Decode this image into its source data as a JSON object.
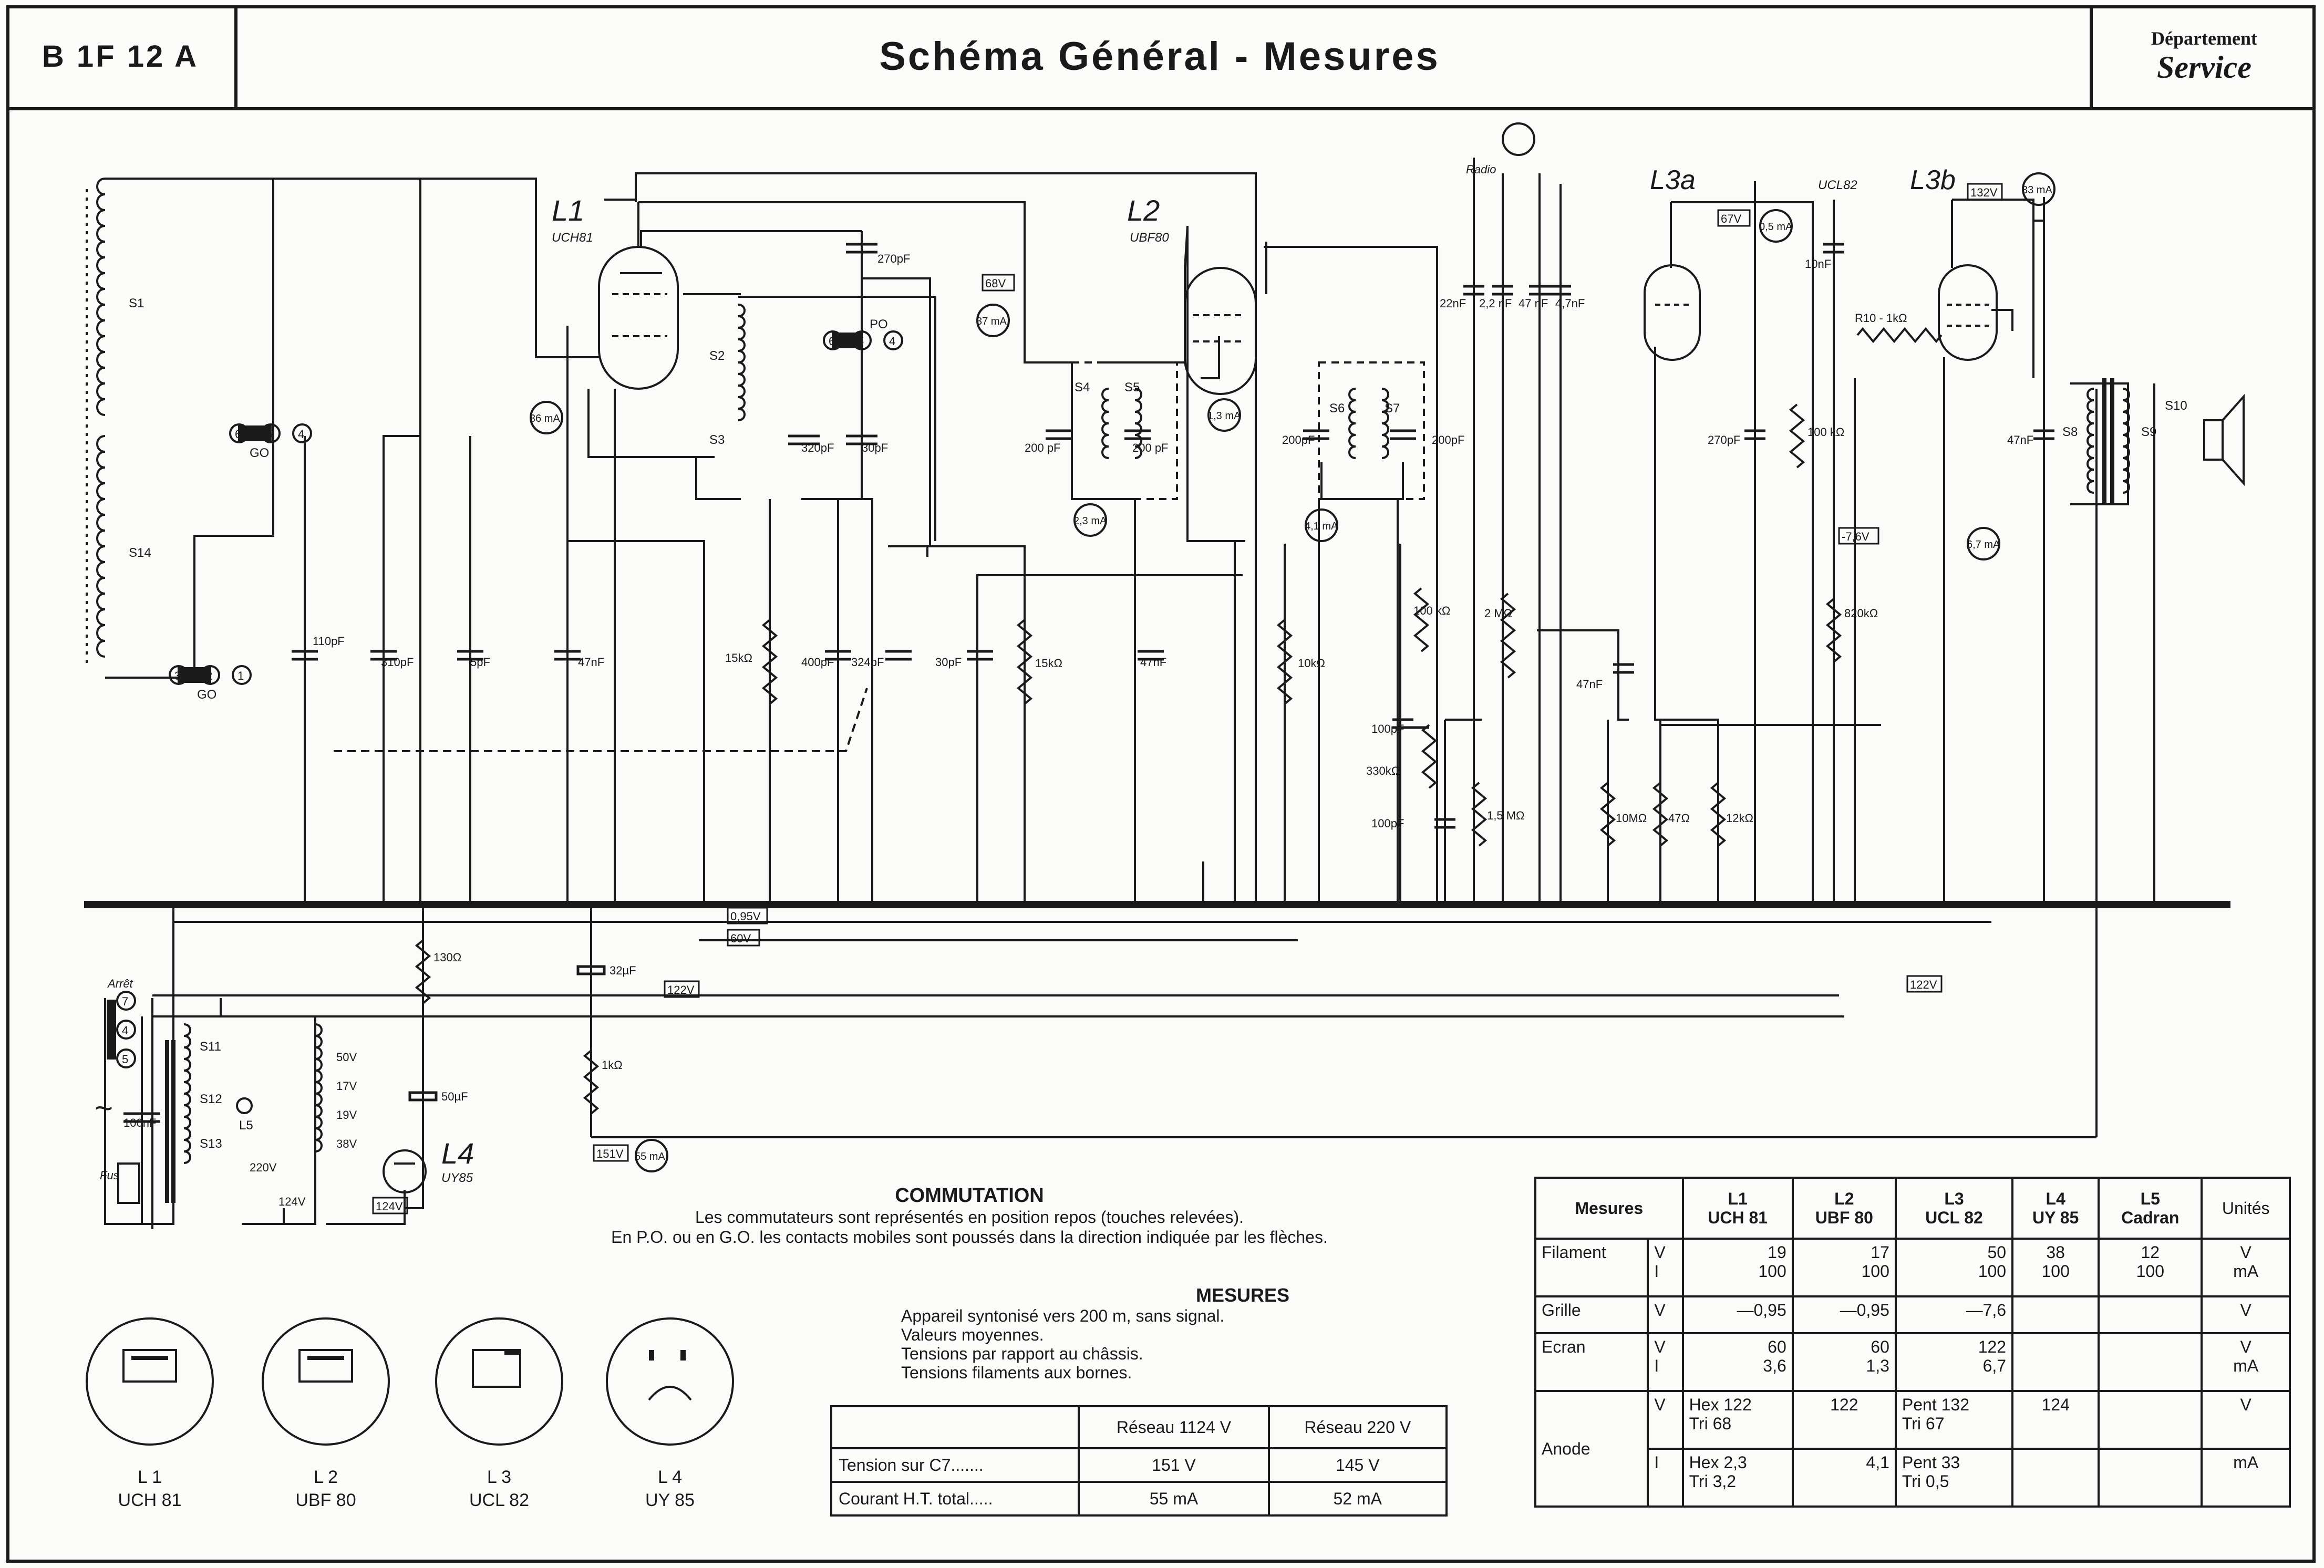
{
  "header": {
    "code": "B 1F 12 A",
    "title": "Schéma Général - Mesures",
    "dept_line1": "Département",
    "dept_line2": "Service"
  },
  "tubes_top": [
    {
      "id": "L1",
      "type": "UCH81"
    },
    {
      "id": "L2",
      "type": "UBF80"
    },
    {
      "id": "L3a",
      "type": "UCL82"
    },
    {
      "id": "L3b",
      "type": ""
    },
    {
      "id": "L4",
      "type": "UY85"
    }
  ],
  "components": {
    "C21": "110pF",
    "C1": "310pF",
    "C19": "5pF",
    "C5": "47nF",
    "C25": "320pF",
    "C22": "30pF",
    "C9": "270pF",
    "C4": "400pF",
    "C2": "324pF",
    "C20": "30pF",
    "C10": "200 pF",
    "C11": "200 pF",
    "C12": "47nF",
    "C15": "200pF",
    "C16": "200pF",
    "C24": "22nF",
    "C26": "2,2 nF",
    "C28": "47 nF",
    "C27": "4,7nF",
    "C14": "10nF",
    "C13": "270pF",
    "C18": "47nF",
    "C17": "47nF",
    "C3": "100pF",
    "C23": "100pF",
    "C8": "32µF",
    "C7": "50µF",
    "C6": "100nF",
    "R1": "15kΩ",
    "R2": "15kΩ",
    "R5": "10kΩ",
    "R6": "100 kΩ",
    "R7": "2 MΩ",
    "R17": "330kΩ",
    "R8": "1,5 MΩ",
    "R3": "10MΩ",
    "R13": "47Ω",
    "R14": "12kΩ",
    "R4": "100 kΩ",
    "R9": "820kΩ",
    "R10": "R10 - 1kΩ",
    "R11": "130Ω",
    "R12": "1kΩ"
  },
  "coils": [
    "S1",
    "S14",
    "S2",
    "S3",
    "S4",
    "S5",
    "S6",
    "S7",
    "S8",
    "S9",
    "S10",
    "S11",
    "S12",
    "S13",
    "L5"
  ],
  "voltages": [
    "68V",
    "67V",
    "132V",
    "-7,6V",
    "0,95V",
    "60V",
    "122V",
    "122V",
    "151V",
    "124V",
    "220V",
    "124V",
    "50V",
    "17V",
    "19V",
    "38V"
  ],
  "currents": [
    "36 mA",
    "37 mA",
    "1,3 mA",
    "2,3 mA",
    "4,1 mA",
    "0,5 mA",
    "33 mA",
    "6,7 mA",
    "55 mA"
  ],
  "misc_labels": {
    "go": "GO",
    "po": "PO",
    "radio": "Radio",
    "arret": "Arrêt",
    "fus": "Fus",
    "ac": "~",
    "switch_top": [
      "6",
      "5",
      "4"
    ],
    "switch_bot": [
      "3",
      "2",
      "1"
    ],
    "switch_po": [
      "6",
      "5",
      "4"
    ],
    "mains_switch": [
      "7",
      "4",
      "5"
    ]
  },
  "commutation": {
    "title": "COMMUTATION",
    "line1": "Les commutateurs sont représentés en position repos (touches relevées).",
    "line2": "En P.O. ou en G.O. les contacts mobiles sont poussés dans la direction indiquée par les flèches."
  },
  "mesures_notes": {
    "title": "MESURES",
    "lines": [
      "Appareil syntonisé vers 200 m, sans signal.",
      "Valeurs moyennes.",
      "Tensions par rapport au châssis.",
      "Tensions filaments aux bornes."
    ]
  },
  "reseau_table": {
    "headers": [
      "",
      "Réseau 1124 V",
      "Réseau 220 V"
    ],
    "rows": [
      [
        "Tension sur C7.......",
        "151 V",
        "145 V"
      ],
      [
        "Courant H.T. total.....",
        "55 mA",
        "52 mA"
      ]
    ]
  },
  "mesures_table": {
    "headers": [
      "Mesures",
      "",
      "L1\nUCH 81",
      "L2\nUBF 80",
      "L3\nUCL 82",
      "L4\nUY 85",
      "L5\nCadran",
      "Unités"
    ],
    "rows": [
      {
        "name": "Filament",
        "sub": "V\nI",
        "l1": "19\n100",
        "l2": "17\n100",
        "l3": "50\n100",
        "l4": "38\n100",
        "l5": "12\n100",
        "unit": "V\nmA"
      },
      {
        "name": "Grille",
        "sub": "V",
        "l1": "—0,95",
        "l2": "—0,95",
        "l3": "—7,6",
        "l4": "",
        "l5": "",
        "unit": "V"
      },
      {
        "name": "Ecran",
        "sub": "V\nI",
        "l1": "60\n3,6",
        "l2": "60\n1,3",
        "l3": "122\n6,7",
        "l4": "",
        "l5": "",
        "unit": "V\nmA"
      },
      {
        "name": "Anode",
        "sub": "V",
        "l1": "Hex 122\nTri 68",
        "l2": "122",
        "l3": "Pent 132\nTri 67",
        "l4": "124",
        "l5": "",
        "unit": "V"
      },
      {
        "name": "",
        "sub": "I",
        "l1": "Hex 2,3\nTri 3,2",
        "l2": "4,1",
        "l3": "Pent 33\nTri 0,5",
        "l4": "",
        "l5": "",
        "unit": "mA"
      }
    ]
  },
  "tube_bases": [
    {
      "id": "L 1",
      "type": "UCH 81"
    },
    {
      "id": "L 2",
      "type": "UBF 80"
    },
    {
      "id": "L 3",
      "type": "UCL 82"
    },
    {
      "id": "L 4",
      "type": "UY 85"
    }
  ]
}
